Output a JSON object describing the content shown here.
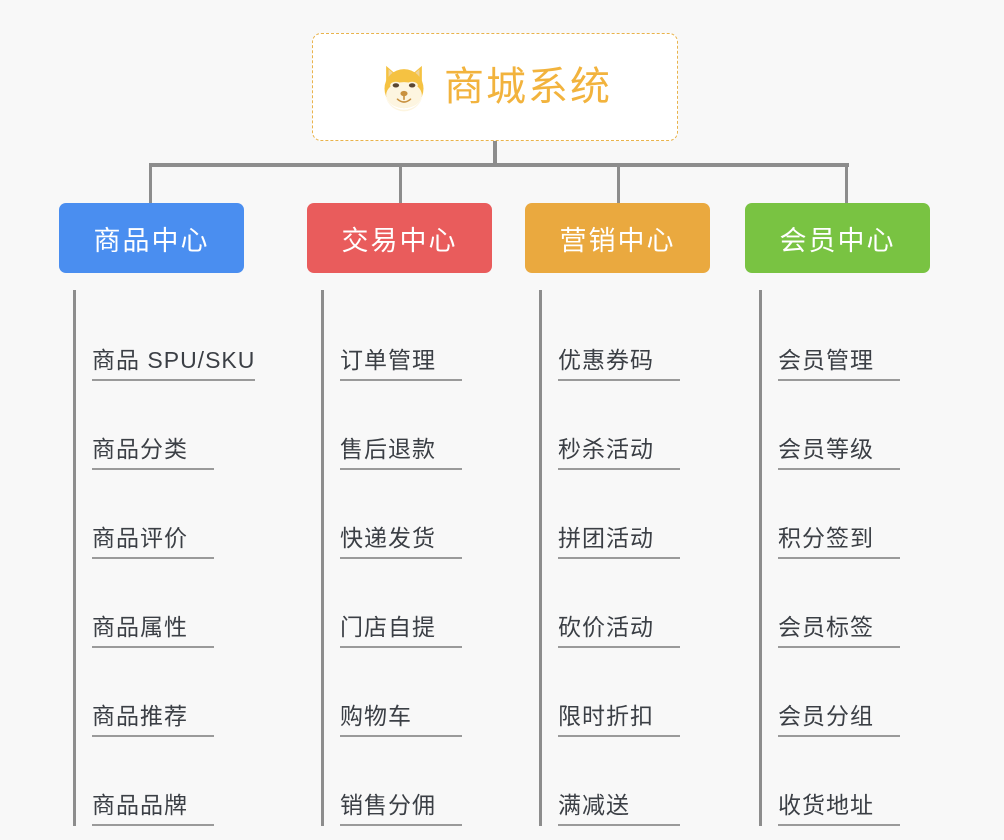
{
  "page": {
    "background_color": "#f8f8f8",
    "type": "organization-tree-diagram"
  },
  "root": {
    "title": "商城系统",
    "icon": "shiba-dog-face-icon",
    "text_color": "#f2b33d",
    "border_color": "#e9b34c",
    "background_color": "#ffffff",
    "border_style": "dashed"
  },
  "columns": [
    {
      "label": "商品中心",
      "color": "#4a8ef0",
      "items": [
        "商品 SPU/SKU",
        "商品分类",
        "商品评价",
        "商品属性",
        "商品推荐",
        "商品品牌"
      ]
    },
    {
      "label": "交易中心",
      "color": "#e95c5c",
      "items": [
        "订单管理",
        "售后退款",
        "快递发货",
        "门店自提",
        "购物车",
        "销售分佣"
      ]
    },
    {
      "label": "营销中心",
      "color": "#eaa93f",
      "items": [
        "优惠券码",
        "秒杀活动",
        "拼团活动",
        "砍价活动",
        "限时折扣",
        "满减送"
      ]
    },
    {
      "label": "会员中心",
      "color": "#79c342",
      "items": [
        "会员管理",
        "会员等级",
        "积分签到",
        "会员标签",
        "会员分组",
        "收货地址"
      ]
    }
  ],
  "connector": {
    "color": "#8d8d8d"
  }
}
